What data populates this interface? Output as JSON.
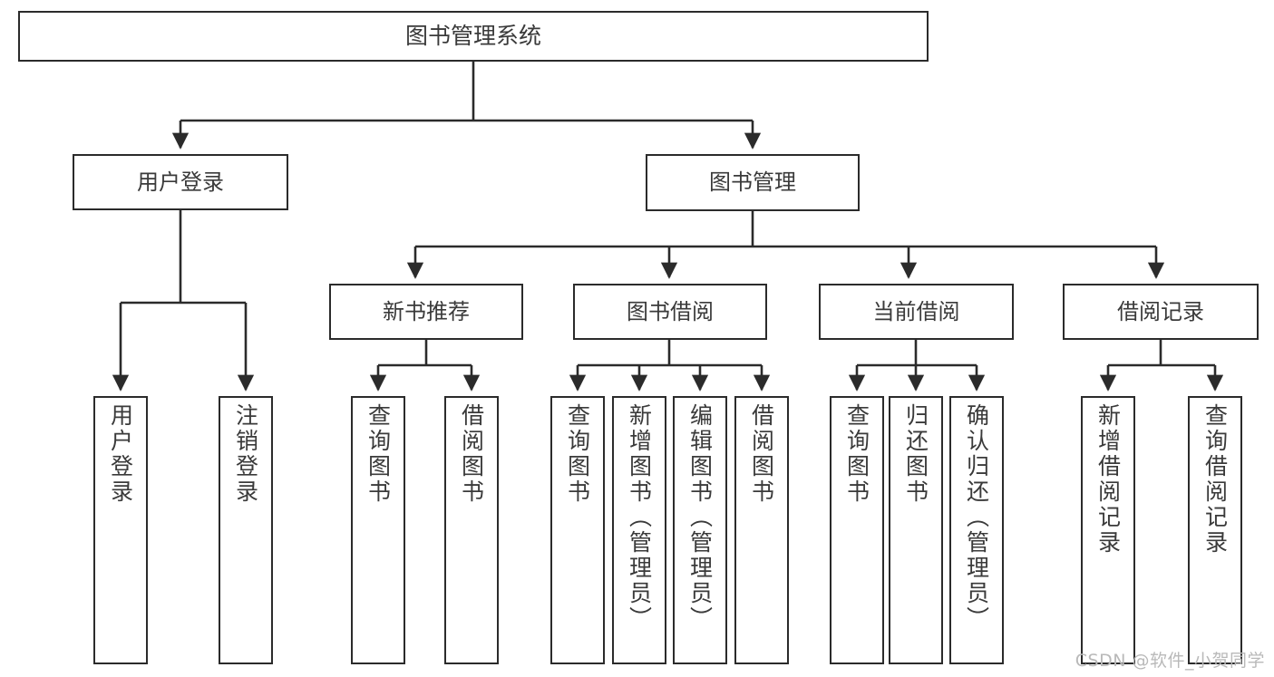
{
  "diagram": {
    "title": "图书管理系统",
    "type": "tree-hierarchy",
    "root": {
      "label": "图书管理系统"
    },
    "level2": [
      {
        "label": "用户登录"
      },
      {
        "label": "图书管理"
      }
    ],
    "level3": [
      {
        "label": "新书推荐"
      },
      {
        "label": "图书借阅"
      },
      {
        "label": "当前借阅"
      },
      {
        "label": "借阅记录"
      }
    ],
    "leaves": {
      "user_login": [
        {
          "label": "用户登录"
        },
        {
          "label": "注销登录"
        }
      ],
      "new_book_recommend": [
        {
          "label": "查询图书"
        },
        {
          "label": "借阅图书"
        }
      ],
      "book_borrow": [
        {
          "label": "查询图书"
        },
        {
          "label": "新增图书（管理员）"
        },
        {
          "label": "编辑图书（管理员）"
        },
        {
          "label": "借阅图书"
        }
      ],
      "current_borrow": [
        {
          "label": "查询图书"
        },
        {
          "label": "归还图书"
        },
        {
          "label": "确认归还（管理员）"
        }
      ],
      "borrow_record": [
        {
          "label": "新增借阅记录"
        },
        {
          "label": "查询借阅记录"
        }
      ]
    }
  },
  "watermark": {
    "text": "CSDN @软件_小贺同学"
  },
  "colors": {
    "stroke": "#2b2b2b",
    "text": "#3a3a3a",
    "background": "#ffffff",
    "watermark": "#b9b9b9"
  }
}
